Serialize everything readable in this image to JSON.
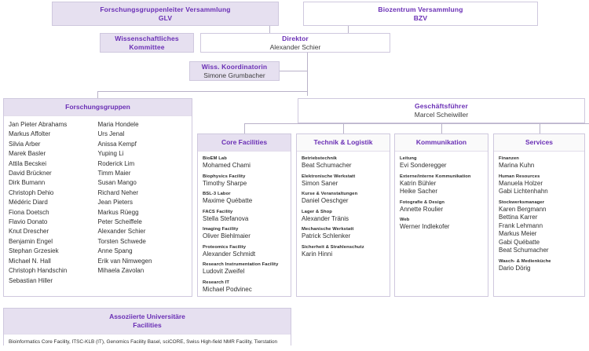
{
  "top": {
    "glv": {
      "title": "Forschungsgruppenleiter Versammlung",
      "sub": "GLV"
    },
    "bzv": {
      "title": "Biozentrum Versammlung",
      "sub": "BZV"
    },
    "komitee": {
      "title": "Wissenschaftliches",
      "sub": "Kommittee"
    },
    "direktor": {
      "title": "Direktor",
      "sub": "Alexander Schier"
    },
    "koordinatorin": {
      "title": "Wiss. Koordinatorin",
      "sub": "Simone Grumbacher"
    },
    "geschaeftsfuehrer": {
      "title": "Geschäftsführer",
      "sub": "Marcel Scheiwiller"
    }
  },
  "forschungsgruppen": {
    "header": "Forschungsgruppen",
    "column_left": [
      "Jan Pieter Abrahams",
      "Markus Affolter",
      "Silvia Arber",
      "Marek Basler",
      "Attila Becskei",
      "David Brückner",
      "Dirk Bumann",
      "Christoph Dehio",
      "Médéric Diard",
      "Fiona Doetsch",
      "Flavio Donato",
      "Knut Drescher",
      "Benjamin Engel",
      "Stephan Grzesiek",
      "Michael N. Hall",
      "Christoph Handschin",
      "Sebastian Hiller"
    ],
    "column_right": [
      "Maria Hondele",
      "Urs Jenal",
      "Anissa Kempf",
      "Yuping Li",
      "Roderick Lim",
      "Timm Maier",
      "Susan Mango",
      "Richard Neher",
      "Jean Pieters",
      "Markus Rüegg",
      "Peter Scheiffele",
      "Alexander Schier",
      "Torsten Schwede",
      "Anne Spang",
      "Erik van Nimwegen",
      "Mihaela Zavolan"
    ]
  },
  "facilities": [
    {
      "header": "Core Facilities",
      "style": "lav",
      "units": [
        {
          "name": "BioEM Lab",
          "people": [
            "Mohamed Chami"
          ]
        },
        {
          "name": "Biophysics Facility",
          "people": [
            "Timothy Sharpe"
          ]
        },
        {
          "name": "BSL-3 Labor",
          "people": [
            "Maxime Québatte"
          ]
        },
        {
          "name": "FACS Facility",
          "people": [
            "Stella Stefanova"
          ]
        },
        {
          "name": "Imaging Facility",
          "people": [
            "Oliver Biehlmaier"
          ]
        },
        {
          "name": "Proteomics Facility",
          "people": [
            "Alexander Schmidt"
          ]
        },
        {
          "name": "Research Instrumentation Facility",
          "people": [
            "Ludovit Zweifel"
          ]
        },
        {
          "name": "Research IT",
          "people": [
            "Michael Podvinec"
          ]
        }
      ]
    },
    {
      "header": "Technik & Logistik",
      "style": "plain",
      "units": [
        {
          "name": "Betriebstechnik",
          "people": [
            "Beat Schumacher"
          ]
        },
        {
          "name": "Elektronische Werkstatt",
          "people": [
            "Simon Saner"
          ]
        },
        {
          "name": "Kurse & Veranstaltungen",
          "people": [
            "Daniel Oeschger"
          ]
        },
        {
          "name": "Lager & Shop",
          "people": [
            "Alexander Tränis"
          ]
        },
        {
          "name": "Mechanische Werkstatt",
          "people": [
            "Patrick Schlenker"
          ]
        },
        {
          "name": "Sicherheit & Strahlenschutz",
          "people": [
            "Karin Hinni"
          ]
        }
      ]
    },
    {
      "header": "Kommunikation",
      "style": "plain",
      "units": [
        {
          "name": "Leitung",
          "people": [
            "Evi Sonderegger"
          ]
        },
        {
          "name": "Externe/interne Kommunikation",
          "people": [
            "Katrin Bühler",
            "Heike Sacher"
          ]
        },
        {
          "name": "Fotografie & Design",
          "people": [
            "Annette Roulier"
          ]
        },
        {
          "name": "Web",
          "people": [
            "Werner Indlekofer"
          ]
        }
      ]
    },
    {
      "header": "Services",
      "style": "plain",
      "units": [
        {
          "name": "Finanzen",
          "people": [
            "Marina Kuhn"
          ]
        },
        {
          "name": "Human Resources",
          "people": [
            "Manuela Holzer",
            "Gabi Lichtenhahn"
          ]
        },
        {
          "name": "Stockwerksmanager",
          "people": [
            "Karen Bergmann",
            "Bettina Karrer",
            "Frank Lehmann",
            "Markus Meier",
            "Gabi Québatte",
            "Beat Schumacher"
          ]
        },
        {
          "name": "Wasch- & Medienküche",
          "people": [
            "Dario Dörig"
          ]
        }
      ]
    }
  ],
  "assoziierte": {
    "header_line1": "Assoziierte Universitäre",
    "header_line2": "Facilities",
    "list": "Bioinformatics Core Facility, ITSC-KLB (IT), Genomics Facility Basel, sciCORE, Swiss High-field NMR Facility, Tierstation"
  },
  "colors": {
    "accent": "#6a2fb5",
    "fill": "#e6e0f0",
    "border": "#cfc8de",
    "line": "#b9b2c9",
    "text": "#2f2f2f"
  }
}
